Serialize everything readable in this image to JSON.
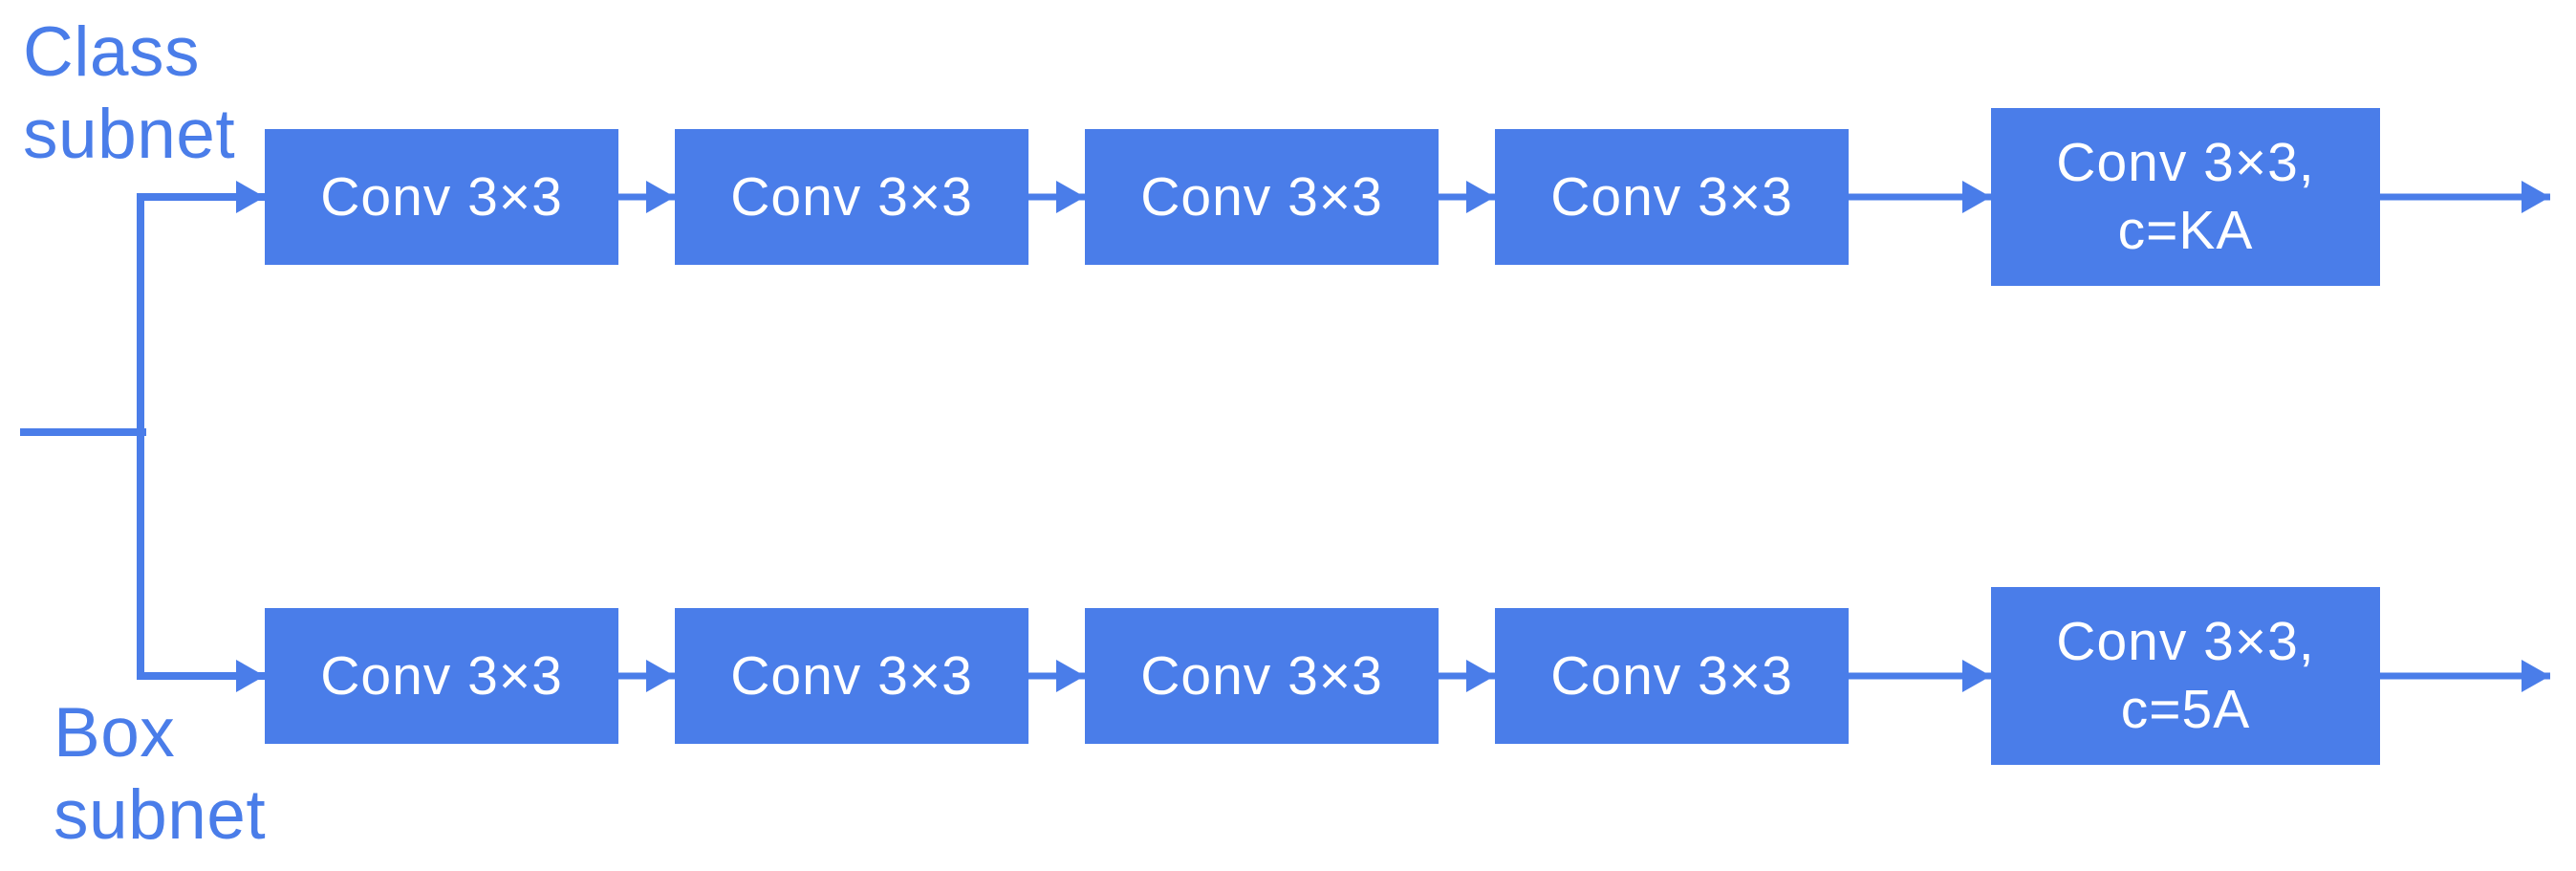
{
  "theme": {
    "accent": "#4a7de9",
    "box_text": "#ffffff",
    "bg": "#ffffff"
  },
  "labels": {
    "class_subnet": "Class subnet",
    "box_subnet": "Box subnet"
  },
  "rows": [
    {
      "id": "class-subnet",
      "convs": [
        "Conv 3×3",
        "Conv 3×3",
        "Conv 3×3",
        "Conv 3×3"
      ],
      "final": {
        "line1": "Conv 3×3,",
        "line2": "c=KA"
      }
    },
    {
      "id": "box-subnet",
      "convs": [
        "Conv 3×3",
        "Conv 3×3",
        "Conv 3×3",
        "Conv 3×3"
      ],
      "final": {
        "line1": "Conv 3×3,",
        "line2": "c=5A"
      }
    }
  ]
}
